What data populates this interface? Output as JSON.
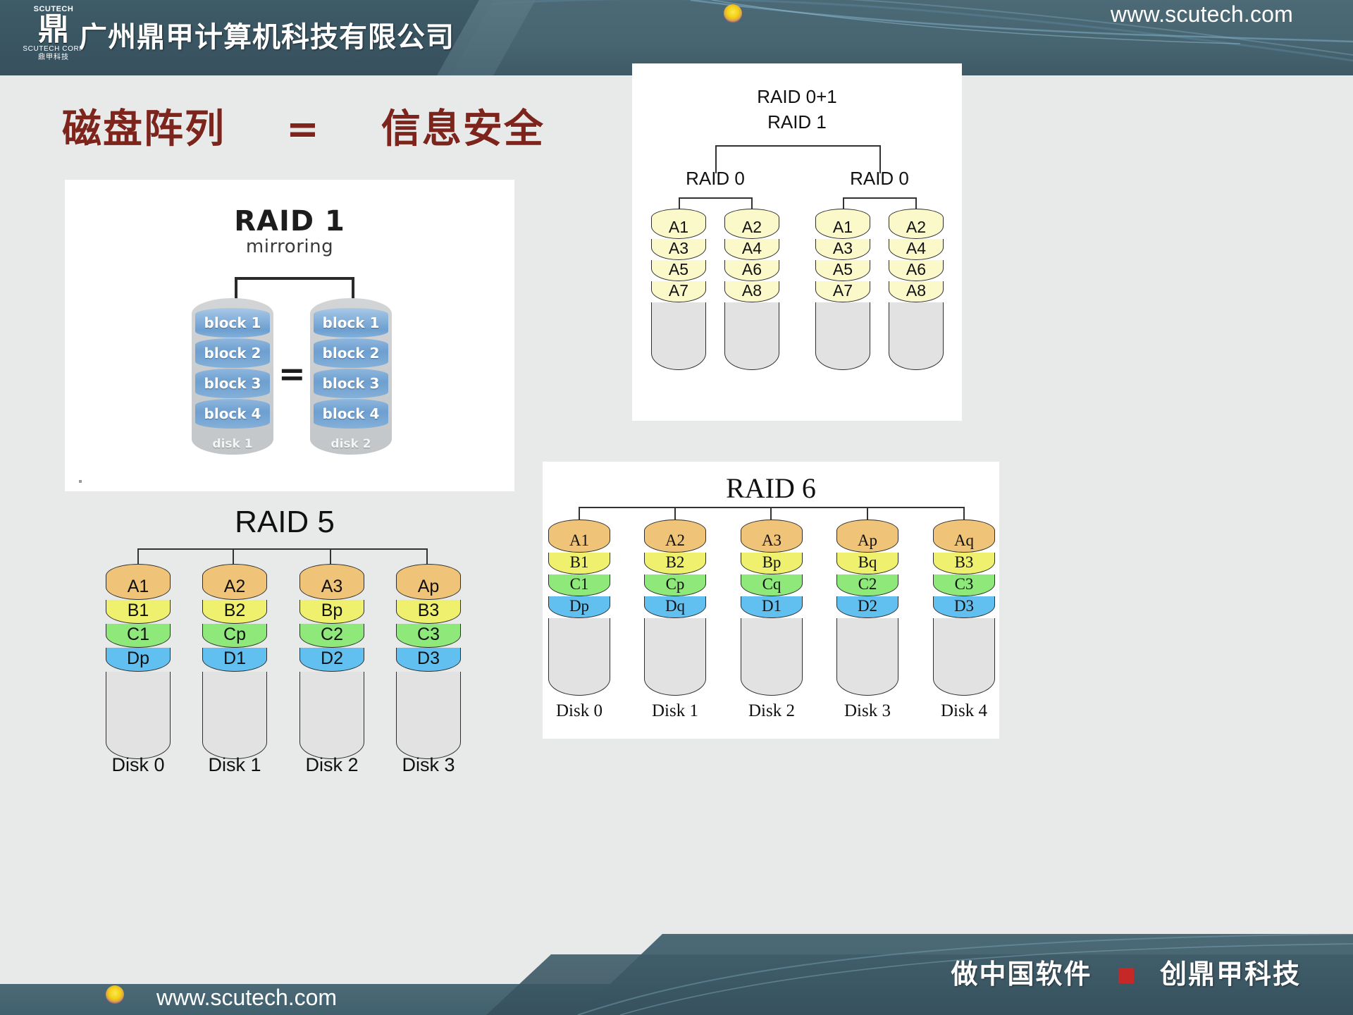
{
  "header": {
    "company_name": "广州鼎甲计算机科技有限公司",
    "website": "www.scutech.com",
    "logo_top": "SCUTECH",
    "logo_glyph": "鼎",
    "logo_en": "SCUTECH CORP",
    "logo_cn": "鼎甲科技"
  },
  "slide": {
    "title": "磁盘阵列    =    信息安全"
  },
  "raid1": {
    "title": "RAID 1",
    "subtitle": "mirroring",
    "equals": "=",
    "disk_a": {
      "label": "disk 1",
      "blocks": [
        "block 1",
        "block 2",
        "block 3",
        "block 4"
      ]
    },
    "disk_b": {
      "label": "disk 2",
      "blocks": [
        "block 1",
        "block 2",
        "block 3",
        "block 4"
      ]
    }
  },
  "raid01": {
    "title": "RAID 0+1",
    "subtitle": "RAID 1",
    "group_left_label": "RAID 0",
    "group_right_label": "RAID 0",
    "disks": [
      {
        "blocks": [
          "A1",
          "A3",
          "A5",
          "A7"
        ]
      },
      {
        "blocks": [
          "A2",
          "A4",
          "A6",
          "A8"
        ]
      },
      {
        "blocks": [
          "A1",
          "A3",
          "A5",
          "A7"
        ]
      },
      {
        "blocks": [
          "A2",
          "A4",
          "A6",
          "A8"
        ]
      }
    ]
  },
  "raid5": {
    "title": "RAID 5",
    "disks": [
      {
        "caption": "Disk 0",
        "blocks": [
          "A1",
          "B1",
          "C1",
          "Dp"
        ]
      },
      {
        "caption": "Disk 1",
        "blocks": [
          "A2",
          "B2",
          "Cp",
          "D1"
        ]
      },
      {
        "caption": "Disk 2",
        "blocks": [
          "A3",
          "Bp",
          "C2",
          "D2"
        ]
      },
      {
        "caption": "Disk 3",
        "blocks": [
          "Ap",
          "B3",
          "C3",
          "D3"
        ]
      }
    ],
    "row_colors": [
      "#f0c478",
      "#eef06e",
      "#8ee87a",
      "#62c0f0"
    ]
  },
  "raid6": {
    "title": "RAID 6",
    "disks": [
      {
        "caption": "Disk 0",
        "blocks": [
          "A1",
          "B1",
          "C1",
          "Dp"
        ]
      },
      {
        "caption": "Disk 1",
        "blocks": [
          "A2",
          "B2",
          "Cp",
          "Dq"
        ]
      },
      {
        "caption": "Disk 2",
        "blocks": [
          "A3",
          "Bp",
          "Cq",
          "D1"
        ]
      },
      {
        "caption": "Disk 3",
        "blocks": [
          "Ap",
          "Bq",
          "C2",
          "D2"
        ]
      },
      {
        "caption": "Disk 4",
        "blocks": [
          "Aq",
          "B3",
          "C3",
          "D3"
        ]
      }
    ],
    "row_colors": [
      "#f0c478",
      "#eef06e",
      "#8ee87a",
      "#62c0f0"
    ]
  },
  "footer": {
    "slogan_left": "做中国软件",
    "slogan_right": "创鼎甲科技",
    "website": "www.scutech.com"
  },
  "colors": {
    "header_bg": "#48656f",
    "title_red": "#7d241c",
    "accent_yellow": "#f2d117",
    "accent_red": "#c62828",
    "raid01_disk": "#fbf8c9",
    "disk_tail": "#e2e2e2"
  }
}
